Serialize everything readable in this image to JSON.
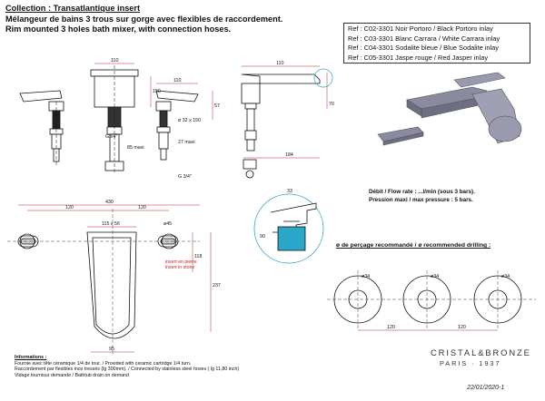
{
  "title": {
    "collection": "Collection : Transatlantique insert",
    "line_fr": "Mélangeur de bains 3 trous sur gorge avec flexibles de raccordement.",
    "line_en": "Rim mounted 3 holes bath mixer, with connection hoses."
  },
  "references": [
    "Ref : C02-3301 Noir Portoro / Black Portoro inlay",
    "Ref : C03-3301 Blanc Carrara / White Carrara inlay",
    "Ref : C04-3301 Sodalite bleue / Blue Sodalite inlay",
    "Ref : C05-3301 Jaspe rouge / Red Jasper inlay"
  ],
  "flow": {
    "debit": "Débit / Flow rate : ...l/min (sous 3 bars).",
    "pression": "Pression maxi / max pressure : 5 bars."
  },
  "drilling": {
    "heading": "ø de perçage recommandé / ø recommended drilling :",
    "hole_label": "ø34",
    "spacing_1": "120",
    "spacing_2": "120"
  },
  "dims": {
    "d110a": "110",
    "d110b": "110",
    "d110c": "110",
    "d57": "57",
    "d85": "85 maxi",
    "d27": "27 maxi",
    "d32": "ø 32 x 150",
    "d150": "150",
    "d90": "90",
    "d70": "70",
    "d184": "184",
    "g34a": "G3/4\"",
    "g34b": "G 3/4\"",
    "d430": "430",
    "d120a": "120",
    "d120b": "120",
    "d115": "115 x 56",
    "d45": "ø45",
    "d118": "118",
    "d237": "237",
    "d95": "95",
    "d33": "33"
  },
  "inset_note": {
    "fr": "insert en pierre",
    "en": "insert in stone"
  },
  "informations": {
    "heading": "Informations :",
    "lines": [
      "Fournie avec tête céramique 1/4 de tour. / Provided with ceramic cartridge 1/4 turn.",
      "Raccordement par flexibles inox tressés (lg 300mm). / Connected by stainless steel hoses ( lg 11,80 inch)",
      "Vidage tournisur demande  / Bathtub drain on demand"
    ]
  },
  "brand": {
    "name": "CRISTAL&BRONZE",
    "place": "PARIS · 1937",
    "date": "22/01/2020-1"
  },
  "colors": {
    "ink": "#111111",
    "dim_line": "#c0242b",
    "accent": "#2aa7c9",
    "render": "#8a8aa0"
  }
}
